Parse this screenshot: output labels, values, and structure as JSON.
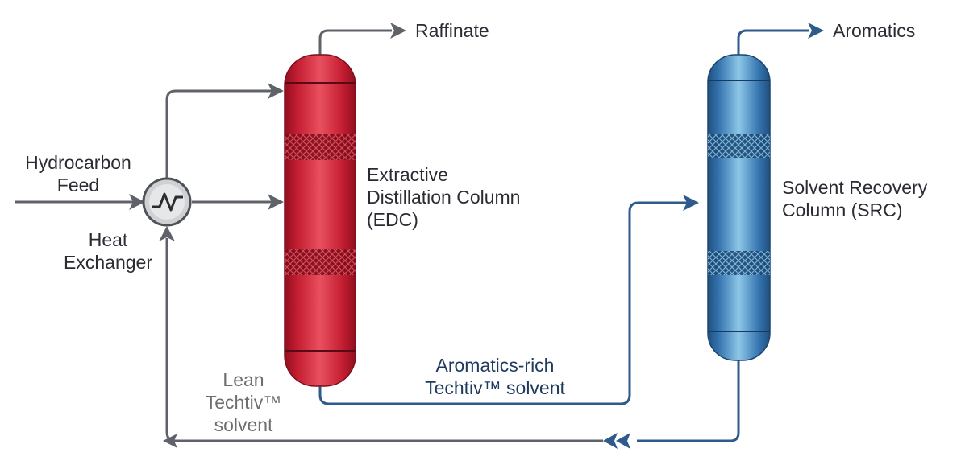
{
  "labels": {
    "feed": [
      "Hydrocarbon",
      "Feed"
    ],
    "heat_exchanger": [
      "Heat",
      "Exchanger"
    ],
    "raffinate": "Raffinate",
    "edc": [
      "Extractive",
      "Distillation Column",
      "(EDC)"
    ],
    "aromatics_rich": [
      "Aromatics-rich",
      "Techtiv™ solvent"
    ],
    "src": [
      "Solvent Recovery",
      "Column (SRC)"
    ],
    "aromatics": "Aromatics",
    "lean": [
      "Lean",
      "Techtiv™",
      "solvent"
    ]
  },
  "colors": {
    "edc": "#cc2436",
    "src": "#3a7bb5",
    "gray_line": "#5f6268",
    "blue_line": "#2e5a8c",
    "text_dark": "#2b2b33",
    "text_blue": "#1f3a5c",
    "text_gray": "#6e6e72"
  },
  "icons": {
    "heat_exchanger": "heat-exchanger-icon",
    "arrow": "arrow-head-icon"
  }
}
